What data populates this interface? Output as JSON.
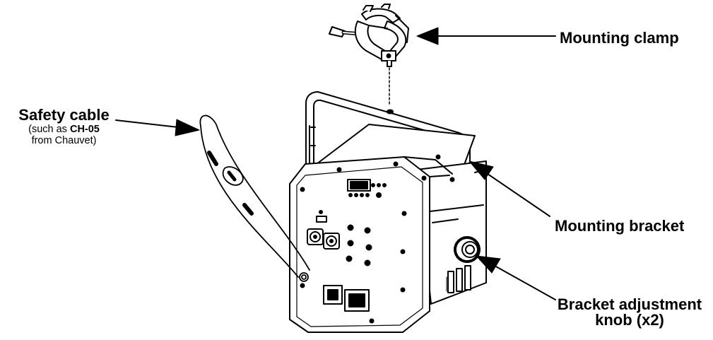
{
  "labels": {
    "mounting_clamp": "Mounting clamp",
    "safety_cable": "Safety cable",
    "safety_cable_note_prefix": "(such as ",
    "safety_cable_note_model": "CH-05",
    "safety_cable_note_source": "from Chauvet)",
    "mounting_bracket": "Mounting bracket",
    "bracket_knob_line1": "Bracket adjustment",
    "bracket_knob_line2": "knob (x2)"
  },
  "colors": {
    "line": "#000000",
    "background": "#ffffff",
    "fill_light": "#ffffff",
    "fill_shade": "#e6e6e6"
  }
}
